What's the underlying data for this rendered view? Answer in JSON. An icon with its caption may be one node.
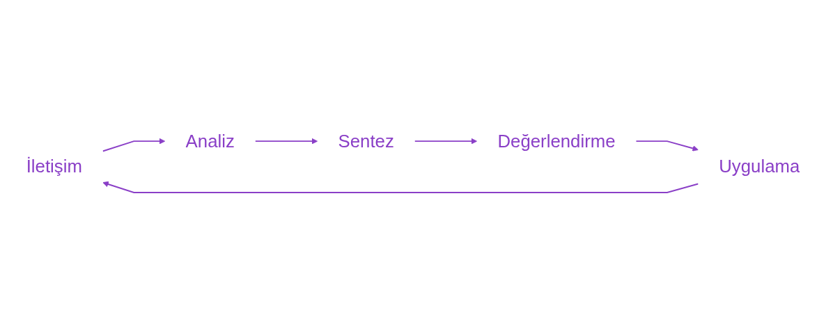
{
  "diagram": {
    "nodes": [
      {
        "text": [
          "İletişim"
        ]
      },
      {
        "text": [
          "Uygulama"
        ]
      },
      {
        "text": [
          "Analiz"
        ]
      },
      {
        "text": [
          "Değerlendirme"
        ]
      },
      {
        "text": [
          "Sentez"
        ]
      }
    ],
    "edges": [
      {
        "from": 0,
        "to": 2,
        "arrow": "to"
      },
      {
        "from": 2,
        "to": 4,
        "arrow": "to"
      },
      {
        "from": 4,
        "to": 3,
        "arrow": "to"
      },
      {
        "from": 3,
        "to": 1,
        "arrow": "to"
      },
      {
        "from": 1,
        "to": 0,
        "arrow": "to"
      }
    ]
  }
}
